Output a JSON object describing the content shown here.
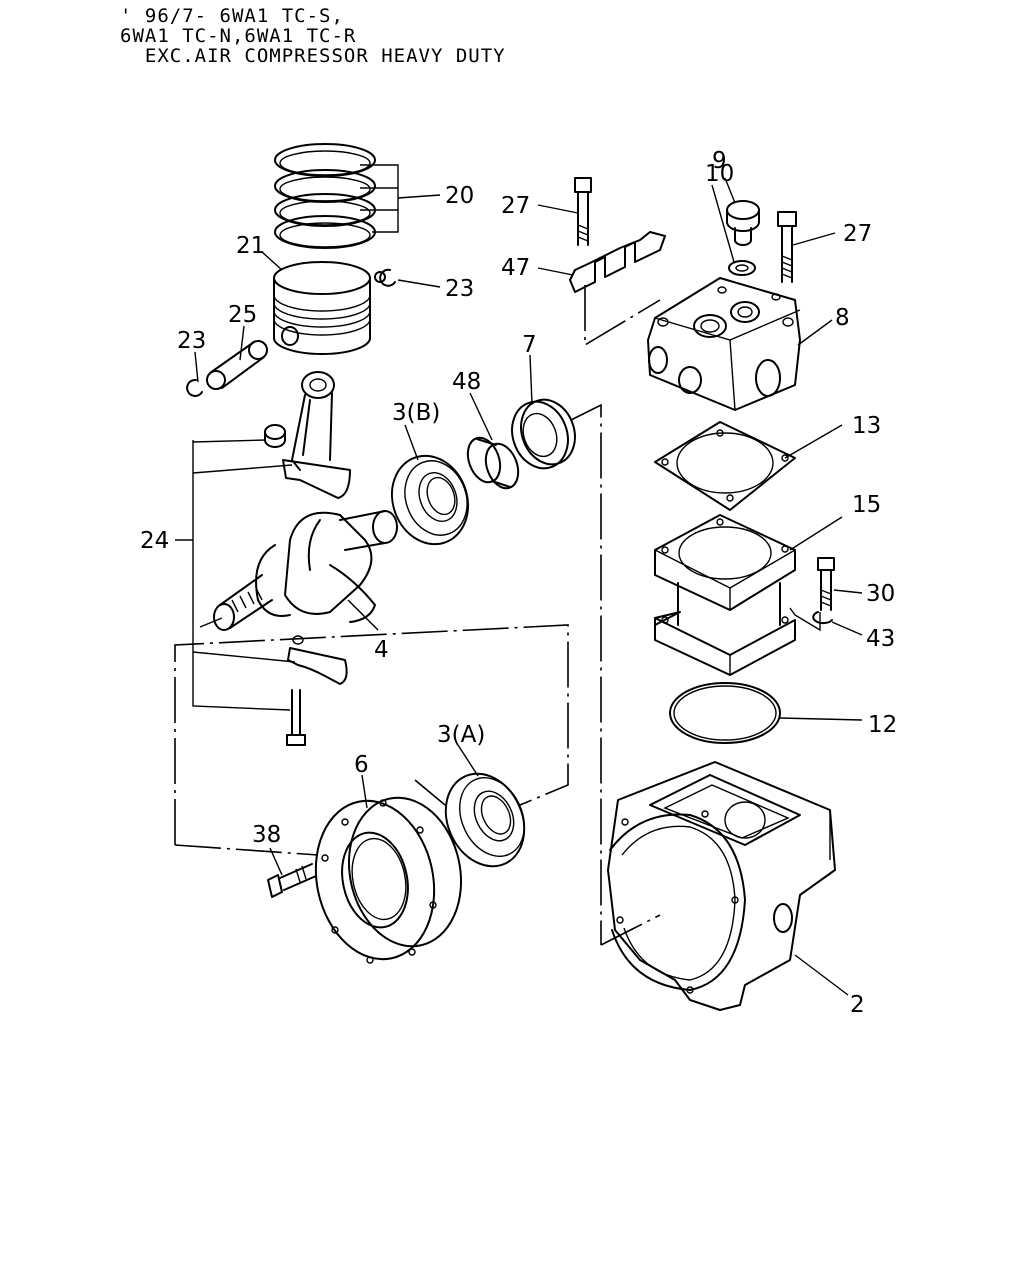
{
  "header": {
    "line1": "' 96/7- 6WA1 TC-S,",
    "line2": "6WA1 TC-N,6WA1 TC-R",
    "line3": "  EXC.AIR COMPRESSOR HEAVY DUTY"
  },
  "callouts": {
    "c20": "20",
    "c21": "21",
    "c23a": "23",
    "c23b": "23",
    "c25": "25",
    "c27a": "27",
    "c27b": "27",
    "c47": "47",
    "c10": "10",
    "c9": "9",
    "c8": "8",
    "c7": "7",
    "c48": "48",
    "c3b": "3(B)",
    "c13": "13",
    "c15": "15",
    "c30": "30",
    "c43": "43",
    "c24": "24",
    "c4": "4",
    "c12": "12",
    "c3a": "3(A)",
    "c6": "6",
    "c38": "38",
    "c2": "2"
  }
}
